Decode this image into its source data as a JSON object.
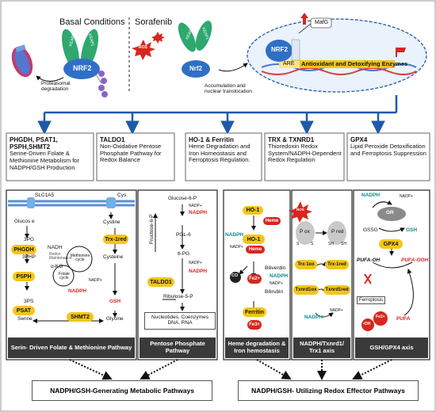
{
  "top": {
    "basal": "Basal Conditions",
    "sorafenib": "Sorafenib",
    "nrf2_left": "NRF2",
    "keap1": "KEAP1",
    "proteasomal": "Proteasomal\ndegradation",
    "ros": "ROS",
    "nrf2_mid": "Nrf2",
    "accumulation": "Accumulation and\nnuclear translocation",
    "mafg": "MafG",
    "nrf2_nuc": "NRF2",
    "are": "ARE",
    "enzymes": "Antioxidant and Detoxifying Enzymes",
    "ub": "Ub"
  },
  "targets": [
    {
      "title": "PHGDH, PSAT1, PSPH,SHMT2",
      "desc": "Serine-Driven Folate & Methionine Metabolism for NADPH/GSH Production"
    },
    {
      "title": "TALDO1",
      "desc": "Non-Oxidative Pentose Phosphate Pathway for Redox Balance"
    },
    {
      "title": "HO-1 & Ferritin",
      "desc": "Heme Degradation and Iron Homeostasis and Ferroptosis Regulation."
    },
    {
      "title": "TRX & TXNRD1",
      "desc": "Thioredoxin Redox System/NADPH-Dependent Redox Regulation"
    },
    {
      "title": "GPX4",
      "desc": "Lipid Peroxide Detoxification and Ferroptosis Suppression"
    }
  ],
  "panel_labels": [
    "Serin- Driven Folate & Methionine Pathway",
    "Pentose Phosphate Pathway",
    "Heme degradation & Iron hemostasis",
    "NADPH/Txnrd1/ Trx1 axis",
    "GSH/GPX4 axis"
  ],
  "serine": {
    "slc": "SLC1A5",
    "cys": "Cys",
    "glucose": "Glucos e",
    "p3pg": "3PG",
    "phgdh": "PHGDH",
    "nadh": "NADH",
    "redox": "Redox Maintenance",
    "p3php": "3PHP",
    "akg": "α-KG",
    "methionine": "Methionine cycle",
    "folate": "Folate cycle",
    "psph": "PSPH",
    "psat": "PSAT",
    "p3ps": "3PS",
    "serine": "Serine",
    "shmt2": "SHMT2",
    "glycine": "Glycine",
    "nadph": "NADPH",
    "nadp": "NADP+",
    "cystine": "Cystine",
    "trx1": "Trx-1red",
    "cysteine": "Cysteine",
    "gsh": "GSH"
  },
  "ppp": {
    "g6p": "Glucose-6-P",
    "f6p": "Fructose-6-P",
    "nadp": "NADP+",
    "nadph": "NADPH",
    "pgl6": "PGL-6",
    "pg6": "6-PG",
    "nadp2": "NADP+",
    "nadph2": "NADPH",
    "taldo": "TALDO1",
    "r5p": "Ribulose-5-P",
    "products": "Nucleotides, Coenzymes DNA, RNA"
  },
  "heme": {
    "ho1a": "HO-1",
    "heme": "Heme",
    "nadph": "NADPH",
    "nadp": "NADP+",
    "ho1b": "HO-1",
    "heme2": "Heme",
    "co": "CO",
    "fe": "Fe2+",
    "biliverdin": "Biliverdin",
    "nadph2": "NADPH",
    "nadp2": "NADP+",
    "bilirubin": "Bilirubin",
    "ferritin": "Ferritin",
    "fe2": "Fe3+"
  },
  "trx": {
    "ros": "ROS",
    "pox": "P ox",
    "pred": "P red",
    "s1": "S",
    "s2": "S",
    "sh1": "SH",
    "sh2": "SH",
    "trxox": "Trx-1ox",
    "trxred": "Trx-1red",
    "txnox": "Txnrd1ox",
    "txnred": "Txnrd1red",
    "nadph": "NADPH",
    "nadp": "NADP+"
  },
  "gpx": {
    "nadph": "NADPH",
    "nadp": "NADP+",
    "gr": "GR",
    "gssg": "GSSG",
    "gsh": "GSH",
    "gpx4": "GPX4",
    "pufaoh": "PUFA-OH",
    "pufaooh": "PUFA-OOH",
    "ferroptosis": "Ferroptosis",
    "fe": "Fe2+",
    "oh": "•OH",
    "pufa": "PUFA"
  },
  "bottom": {
    "left": "NADPH/GSH-Generating Metabolic Pathways",
    "right": "NADPH/GSH- Utilizing Redox Effector Pathways"
  },
  "colors": {
    "accent_blue": "#1f5aa8",
    "gold": "#f5c518",
    "red": "#d7261e",
    "teal": "#0b8a8a",
    "dark": "#3a3a3a"
  }
}
